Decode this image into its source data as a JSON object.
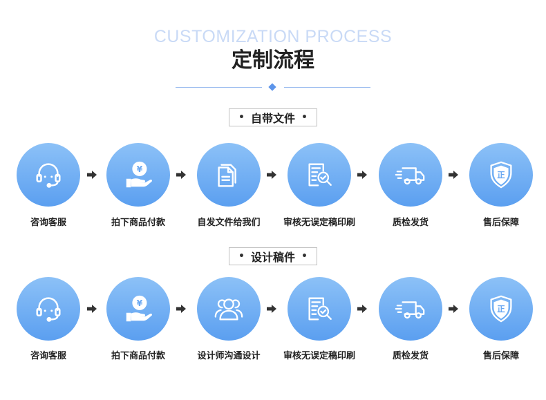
{
  "header": {
    "en_title": "CUSTOMIZATION PROCESS",
    "cn_title": "定制流程"
  },
  "flows": [
    {
      "label": "自带文件",
      "steps": [
        {
          "label": "咨询客服",
          "icon": "headset-icon"
        },
        {
          "label": "拍下商品付款",
          "icon": "payment-hand-icon"
        },
        {
          "label": "自发文件给我们",
          "icon": "document-files-icon"
        },
        {
          "label": "审核无误定稿印刷",
          "icon": "document-review-icon"
        },
        {
          "label": "质检发货",
          "icon": "delivery-truck-icon"
        },
        {
          "label": "售后保障",
          "icon": "shield-guarantee-icon"
        }
      ]
    },
    {
      "label": "设计稿件",
      "steps": [
        {
          "label": "咨询客服",
          "icon": "headset-icon"
        },
        {
          "label": "拍下商品付款",
          "icon": "payment-hand-icon"
        },
        {
          "label": "设计师沟通设计",
          "icon": "designer-team-icon"
        },
        {
          "label": "审核无误定稿印刷",
          "icon": "document-review-icon"
        },
        {
          "label": "质检发货",
          "icon": "delivery-truck-icon"
        },
        {
          "label": "售后保障",
          "icon": "shield-guarantee-icon"
        }
      ]
    }
  ],
  "shield_char": "正",
  "colors": {
    "circle_top": "#8cc1f7",
    "circle_bottom": "#5b9ff0",
    "title_en": "#c9daf6",
    "accent": "#5d95ea",
    "arrow": "#333333"
  }
}
